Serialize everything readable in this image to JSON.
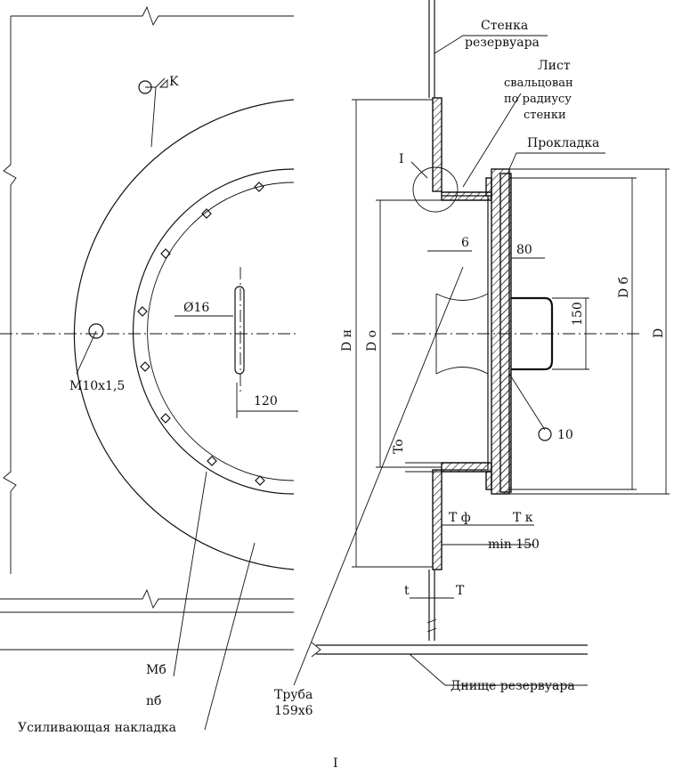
{
  "labels": {
    "wall": "Стенка\nрезервуара",
    "sheet": "Лист\nсвальцован\nпо радиусу\nстенки",
    "gasket": "Прокладка",
    "detail_mark": "I",
    "weld_k": "K",
    "weld_10": "10",
    "dim_6": "6",
    "dim_80": "80",
    "dim_150": "150",
    "dim_16": "Ø16",
    "dim_120": "120",
    "thread": "M10x1,5",
    "dn": "D н",
    "do": "D о",
    "db": "D б",
    "d": "D",
    "to": "To",
    "tf": "T ф",
    "tk": "T к",
    "min150": "min 150",
    "t_small": "t",
    "t_big": "T",
    "mb": "Mб",
    "nb": "nб",
    "pipe": "Труба\n159x6",
    "bottom": "Днище резервуара",
    "reinforcing": "Усиливающая накладка",
    "caption": "I"
  }
}
